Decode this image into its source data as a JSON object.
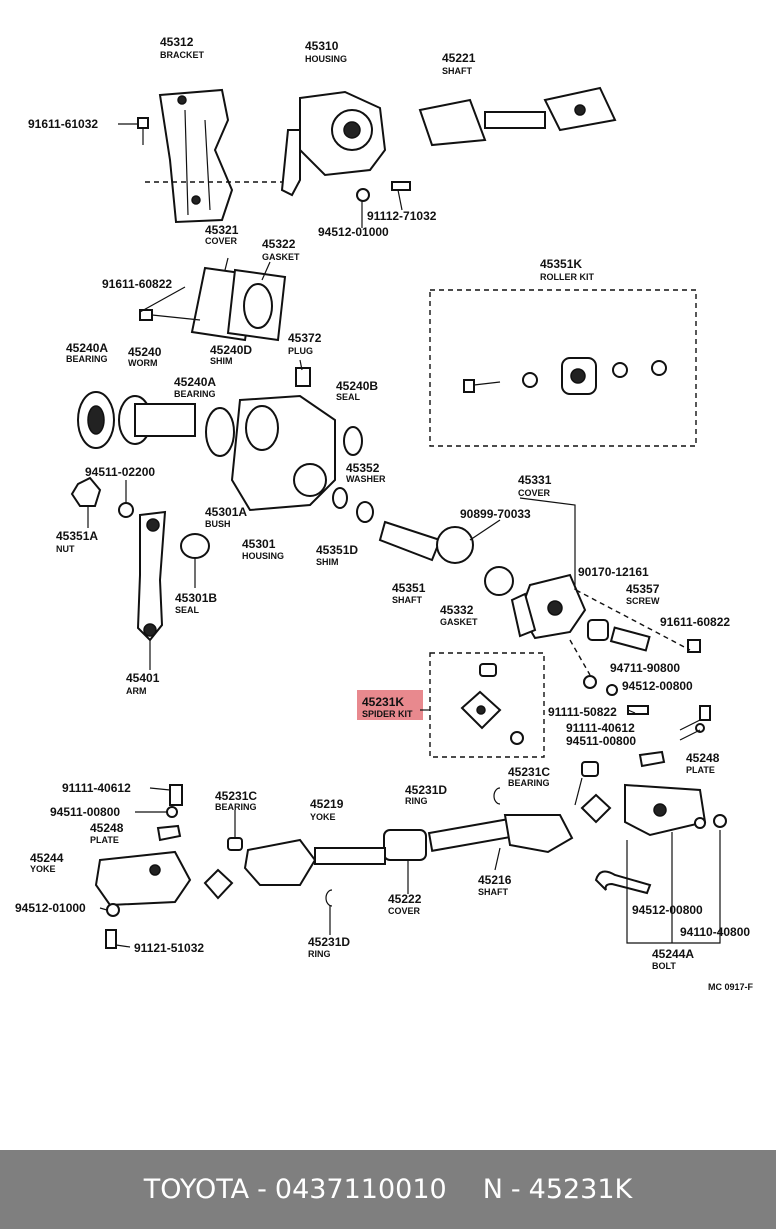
{
  "highlight_color": "#e8898e",
  "footer": {
    "brand": "TOYOTA",
    "sep1": "-",
    "catalog": "0437110010",
    "prefix": "N",
    "sep2": "-",
    "part": "45231K"
  },
  "labels": {
    "p45312": {
      "num": "45312",
      "name": "BRACKET"
    },
    "p45310": {
      "num": "45310",
      "name": "HOUSING"
    },
    "p45221": {
      "num": "45221",
      "name": "SHAFT"
    },
    "p91611_61032": {
      "num": "91611-61032"
    },
    "p91112_71032": {
      "num": "91112-71032"
    },
    "p94512_01000_a": {
      "num": "94512-01000"
    },
    "p45321": {
      "num": "45321",
      "name": "COVER"
    },
    "p45322": {
      "num": "45322",
      "name": "GASKET"
    },
    "p91611_60822_a": {
      "num": "91611-60822"
    },
    "p45351K": {
      "num": "45351K",
      "name": "ROLLER KIT"
    },
    "p45240A_a": {
      "num": "45240A",
      "name": "BEARING"
    },
    "p45240": {
      "num": "45240",
      "name": "WORM"
    },
    "p45240D": {
      "num": "45240D",
      "name": "SHIM"
    },
    "p45372": {
      "num": "45372",
      "name": "PLUG"
    },
    "p45240A_b": {
      "num": "45240A",
      "name": "BEARING"
    },
    "p45240B": {
      "num": "45240B",
      "name": "SEAL"
    },
    "p94511_02200": {
      "num": "94511-02200"
    },
    "p45352": {
      "num": "45352",
      "name": "WASHER"
    },
    "p45351A": {
      "num": "45351A",
      "name": "NUT"
    },
    "p45301A": {
      "num": "45301A",
      "name": "BUSH"
    },
    "p45301": {
      "num": "45301",
      "name": "HOUSING"
    },
    "p45351D": {
      "num": "45351D",
      "name": "SHIM"
    },
    "p45331": {
      "num": "45331",
      "name": "COVER"
    },
    "p90899_70033": {
      "num": "90899-70033"
    },
    "p45301B": {
      "num": "45301B",
      "name": "SEAL"
    },
    "p45351": {
      "num": "45351",
      "name": "SHAFT"
    },
    "p90170_12161": {
      "num": "90170-12161"
    },
    "p45357": {
      "num": "45357",
      "name": "SCREW"
    },
    "p45332": {
      "num": "45332",
      "name": "GASKET"
    },
    "p91611_60822_b": {
      "num": "91611-60822"
    },
    "p94711_90800": {
      "num": "94711-90800"
    },
    "p45401": {
      "num": "45401",
      "name": "ARM"
    },
    "p94512_00800_a": {
      "num": "94512-00800"
    },
    "p45231K": {
      "num": "45231K",
      "name": "SPIDER KIT"
    },
    "p91111_50822": {
      "num": "91111-50822"
    },
    "p91111_40612_a": {
      "num": "91111-40612"
    },
    "p94511_00800_a": {
      "num": "94511-00800"
    },
    "p45248_a": {
      "num": "45248",
      "name": "PLATE"
    },
    "p45231C_a": {
      "num": "45231C",
      "name": "BEARING"
    },
    "p91111_40612_b": {
      "num": "91111-40612"
    },
    "p45231D_a": {
      "num": "45231D",
      "name": "RING"
    },
    "p45231C_b": {
      "num": "45231C",
      "name": "BEARING"
    },
    "p45219": {
      "num": "45219",
      "name": "YOKE"
    },
    "p94511_00800_b": {
      "num": "94511-00800"
    },
    "p45248_b": {
      "num": "45248",
      "name": "PLATE"
    },
    "p45244": {
      "num": "45244",
      "name": "YOKE"
    },
    "p45216": {
      "num": "45216",
      "name": "SHAFT"
    },
    "p45222": {
      "num": "45222",
      "name": "COVER"
    },
    "p94512_01000_b": {
      "num": "94512-01000"
    },
    "p91121_51032": {
      "num": "91121-51032"
    },
    "p45231D_b": {
      "num": "45231D",
      "name": "RING"
    },
    "p94512_00800_b": {
      "num": "94512-00800"
    },
    "p94110_40800": {
      "num": "94110-40800"
    },
    "p45244A": {
      "num": "45244A",
      "name": "BOLT"
    },
    "code": {
      "num": "MC 0917-F"
    }
  }
}
